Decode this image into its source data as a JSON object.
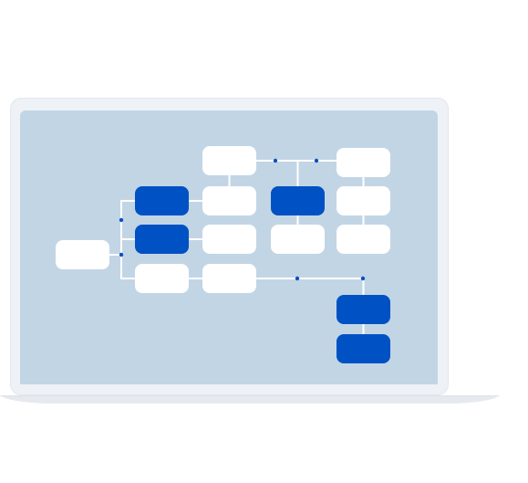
{
  "colors": {
    "screen_background": "#c2d5e5",
    "frame": "#eef2f6",
    "node_filled": "#0051c4",
    "node_empty": "#ffffff",
    "connector": "#ffffff",
    "dot": "#0a4fbf"
  },
  "diagram": {
    "nodes": [
      {
        "id": "root",
        "style": "empty"
      },
      {
        "id": "a1",
        "style": "filled"
      },
      {
        "id": "a2",
        "style": "filled"
      },
      {
        "id": "a3",
        "style": "empty"
      },
      {
        "id": "b0",
        "style": "empty"
      },
      {
        "id": "b1",
        "style": "empty"
      },
      {
        "id": "b2",
        "style": "empty"
      },
      {
        "id": "b3",
        "style": "empty"
      },
      {
        "id": "c1",
        "style": "filled"
      },
      {
        "id": "c2",
        "style": "empty"
      },
      {
        "id": "d0",
        "style": "empty"
      },
      {
        "id": "d1",
        "style": "empty"
      },
      {
        "id": "d2",
        "style": "empty"
      },
      {
        "id": "e1",
        "style": "filled"
      },
      {
        "id": "e2",
        "style": "filled"
      }
    ],
    "edges": [
      {
        "from": "root",
        "to": "a1"
      },
      {
        "from": "root",
        "to": "a2"
      },
      {
        "from": "root",
        "to": "a3"
      },
      {
        "from": "a1",
        "to": "b1"
      },
      {
        "from": "b0",
        "to": "b1"
      },
      {
        "from": "a2",
        "to": "b2"
      },
      {
        "from": "a3",
        "to": "b3"
      },
      {
        "from": "b0",
        "to": "c1"
      },
      {
        "from": "c1",
        "to": "c2"
      },
      {
        "from": "b0",
        "to": "d0"
      },
      {
        "from": "d0",
        "to": "d1"
      },
      {
        "from": "d1",
        "to": "d2"
      },
      {
        "from": "b3",
        "to": "e1"
      },
      {
        "from": "e1",
        "to": "e2"
      }
    ]
  }
}
